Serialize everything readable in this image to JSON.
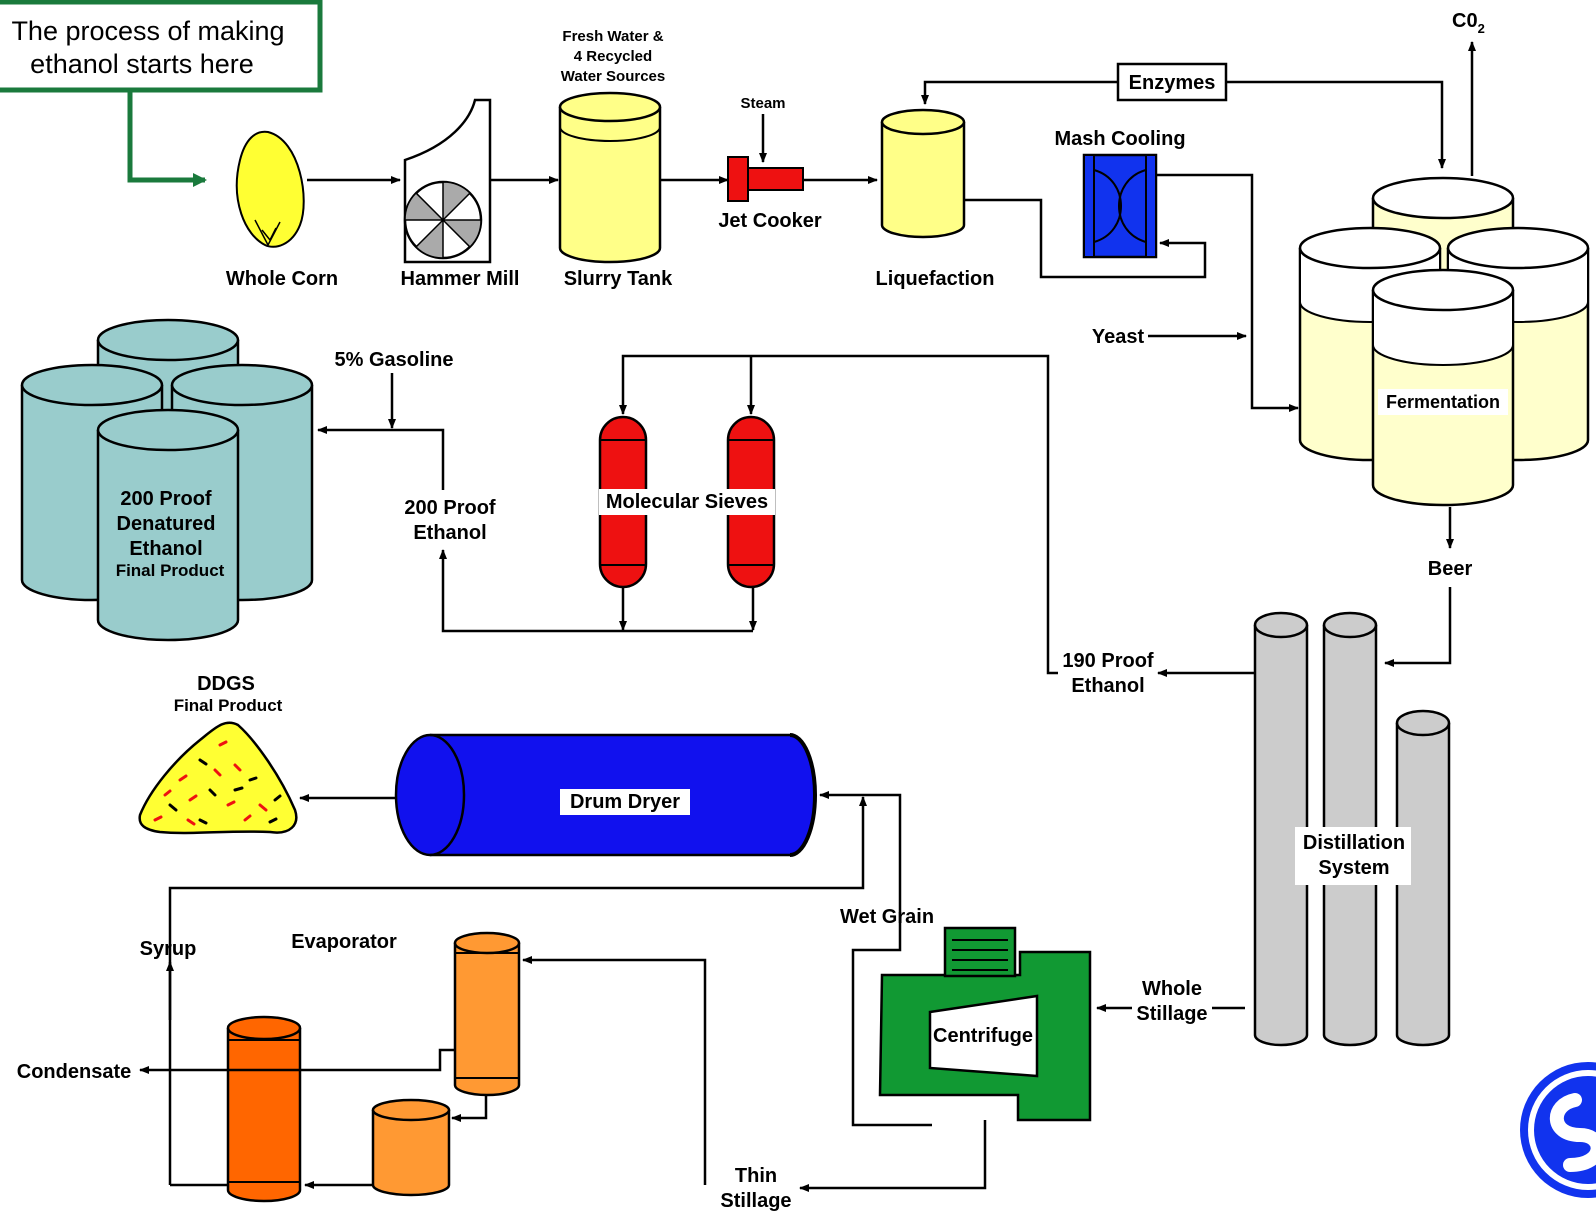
{
  "callout": {
    "line1": "The process of making",
    "line2": "ethanol starts here"
  },
  "colors": {
    "callout_green": "#1a7a3c",
    "corn": "#ffff33",
    "tank_yellow": "#ffff88",
    "jet_red": "#ee1111",
    "cooler_blue": "#1133ee",
    "ferment": "#ffffcc",
    "storage_teal": "#99cccc",
    "sieve_red": "#ee1111",
    "dryer_blue": "#1111ee",
    "distill_gray": "#cccccc",
    "centrifuge_green": "#119933",
    "evap_orange": "#ff9933",
    "evap_dark": "#ff6600"
  },
  "labels": {
    "whole_corn": "Whole Corn",
    "hammer_mill": "Hammer Mill",
    "slurry_tank": "Slurry Tank",
    "fresh_water_1": "Fresh Water &",
    "fresh_water_2": "4 Recycled",
    "fresh_water_3": "Water Sources",
    "steam": "Steam",
    "jet_cooker": "Jet Cooker",
    "liquefaction": "Liquefaction",
    "enzymes": "Enzymes",
    "mash_cooling": "Mash Cooling",
    "co2_main": "C0",
    "co2_sub": "2",
    "yeast": "Yeast",
    "fermentation": "Fermentation",
    "beer": "Beer",
    "distillation_1": "Distillation",
    "distillation_2": "System",
    "proof190_1": "190 Proof",
    "proof190_2": "Ethanol",
    "molecular_sieves": "Molecular Sieves",
    "proof200_1": "200 Proof",
    "proof200_2": "Ethanol",
    "gasoline": "5% Gasoline",
    "final_1": "200 Proof",
    "final_2": "Denatured",
    "final_3": "Ethanol",
    "final_4": "Final Product",
    "ddgs_1": "DDGS",
    "ddgs_2": "Final Product",
    "drum_dryer": "Drum Dryer",
    "wet_grain": "Wet Grain",
    "whole_stillage_1": "Whole",
    "whole_stillage_2": "Stillage",
    "centrifuge": "Centrifuge",
    "thin_stillage_1": "Thin",
    "thin_stillage_2": "Stillage",
    "syrup": "Syrup",
    "evaporator": "Evaporator",
    "condensate": "Condensate"
  }
}
